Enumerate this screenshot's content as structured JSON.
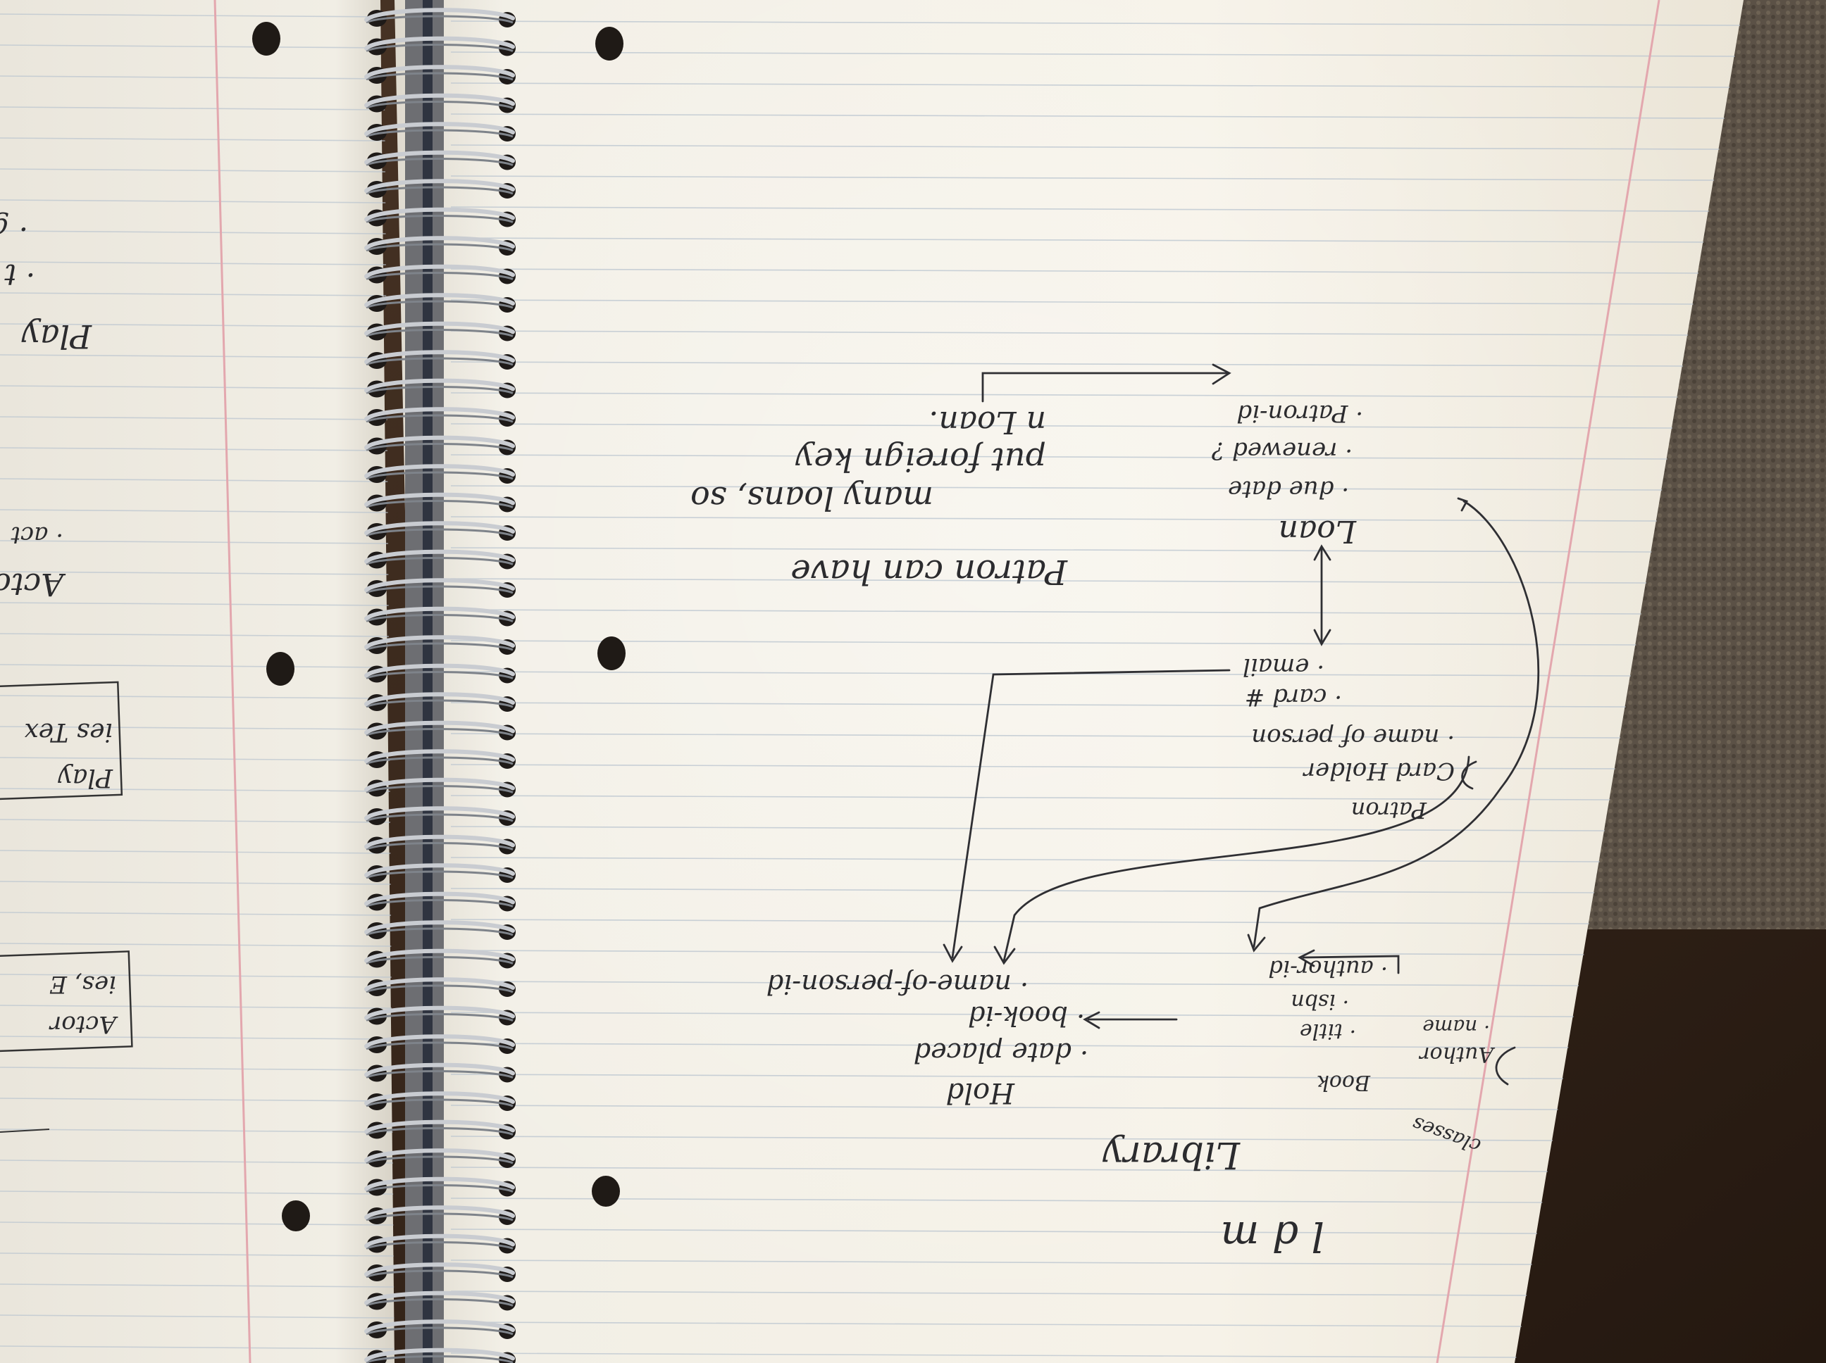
{
  "image": {
    "description_free": true,
    "colors": {
      "paper": "#f4f0e6",
      "paper_shadow": "#e6e0d2",
      "rule_line": "#b9c4cf",
      "margin_line": "#e3a7ae",
      "ink": "#2b2b2e",
      "wood": "#3a2a1e",
      "carpet": "#5b5146",
      "spiral": "#b8bcc2"
    }
  },
  "page_text": {
    "heading_ldm": "l d m",
    "heading_library": "Library",
    "classes_label": "classes",
    "author_title": "Author",
    "author_1": "· name",
    "book_title": "Book",
    "book_1": "· title",
    "book_2": "· isbn",
    "book_3": "· author-id",
    "hold_title": "Hold",
    "hold_1": "· date placed",
    "hold_2": "· book-id",
    "hold_3": "· name-of-person-id",
    "patron_title": "Patron",
    "patron_1": "Card Holder",
    "patron_2": "· name of person",
    "patron_3": "· card #",
    "patron_4": "· email",
    "loan_title": "Loan",
    "loan_1": "· due date",
    "loan_2": "· renewed ?",
    "loan_3": "· Patron-id",
    "note_1": "Patron can have",
    "note_2": "many loans, so",
    "note_3": "put foreign key",
    "note_4": "n Loan.",
    "left_1": "Play",
    "left_2": "· t",
    "left_3": "· g",
    "left_4": "Acto",
    "left_5": "· act",
    "left_box1_1": "Play",
    "left_box1_2": "ies Tex",
    "left_box2_1": "Actor",
    "left_box2_2": "ies, E"
  }
}
